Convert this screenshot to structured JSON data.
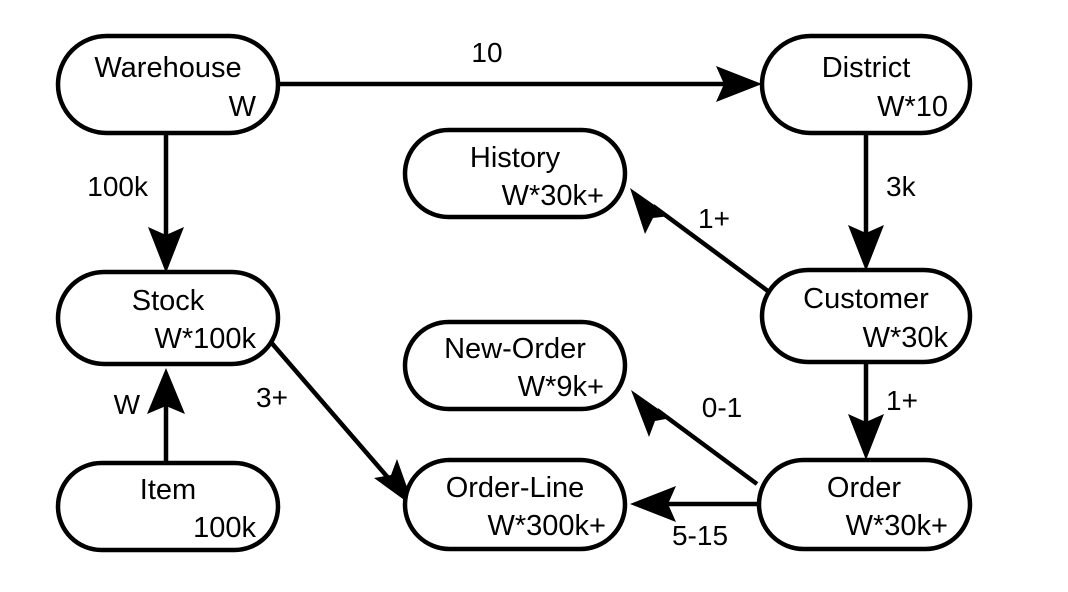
{
  "diagram": {
    "kind": "entity-relationship-diagram",
    "background_color": "#ffffff",
    "line_color": "#000000",
    "entities": [
      {
        "id": "warehouse",
        "name": "Warehouse",
        "cardinality": "W"
      },
      {
        "id": "district",
        "name": "District",
        "cardinality": "W*10"
      },
      {
        "id": "history",
        "name": "History",
        "cardinality": "W*30k+"
      },
      {
        "id": "stock",
        "name": "Stock",
        "cardinality": "W*100k"
      },
      {
        "id": "customer",
        "name": "Customer",
        "cardinality": "W*30k"
      },
      {
        "id": "new_order",
        "name": "New-Order",
        "cardinality": "W*9k+"
      },
      {
        "id": "item",
        "name": "Item",
        "cardinality": "100k"
      },
      {
        "id": "order_line",
        "name": "Order-Line",
        "cardinality": "W*300k+"
      },
      {
        "id": "order",
        "name": "Order",
        "cardinality": "W*30k+"
      }
    ],
    "relationships": [
      {
        "id": "warehouse-district",
        "from": "Warehouse",
        "to": "District",
        "label": "10"
      },
      {
        "id": "warehouse-stock",
        "from": "Warehouse",
        "to": "Stock",
        "label": "100k"
      },
      {
        "id": "district-customer",
        "from": "District",
        "to": "Customer",
        "label": "3k"
      },
      {
        "id": "customer-history",
        "from": "Customer",
        "to": "History",
        "label": "1+"
      },
      {
        "id": "customer-order",
        "from": "Customer",
        "to": "Order",
        "label": "1+"
      },
      {
        "id": "item-stock",
        "from": "Item",
        "to": "Stock",
        "label": "W"
      },
      {
        "id": "stock-order-line",
        "from": "Stock",
        "to": "Order-Line",
        "label": "3+"
      },
      {
        "id": "order-new-order",
        "from": "Order",
        "to": "New-Order",
        "label": "0-1"
      },
      {
        "id": "order-order-line",
        "from": "Order",
        "to": "Order-Line",
        "label": "5-15"
      }
    ]
  }
}
